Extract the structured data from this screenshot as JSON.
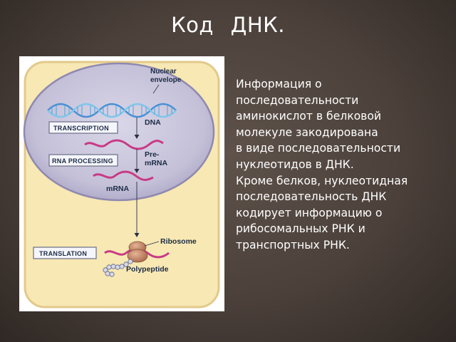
{
  "slide": {
    "title": "Код   ДНК."
  },
  "diagram": {
    "labels": {
      "nuclear_envelope": [
        "Nuclear",
        "envelope"
      ],
      "dna": "DNA",
      "pre_mrna": [
        "Pre-",
        "mRNA"
      ],
      "mrna": "mRNA",
      "ribosome": "Ribosome",
      "polypeptide": "Polypeptide"
    },
    "stages": {
      "transcription": "TRANSCRIPTION",
      "rna_processing": "RNA PROCESSING",
      "translation": "TRANSLATION"
    },
    "colors": {
      "cytoplasm": "#f7e8b4",
      "nucleus": "#c7c3da",
      "dna_strand_a": "#4a8fd4",
      "dna_strand_b": "#7fc6ea",
      "rna": "#c83a86",
      "ribosome": "#c98b6a"
    }
  },
  "text": {
    "lines": [
      "Информация о",
      "последовательности",
      "аминокислот в белковой",
      "молекуле закодирована",
      "в виде последовательности",
      "нуклеотидов в ДНК.",
      "Кроме белков, нуклеотидная",
      "последовательность ДНК",
      "кодирует информацию о",
      "рибосомальных РНК и",
      "транспортных РНК."
    ]
  }
}
